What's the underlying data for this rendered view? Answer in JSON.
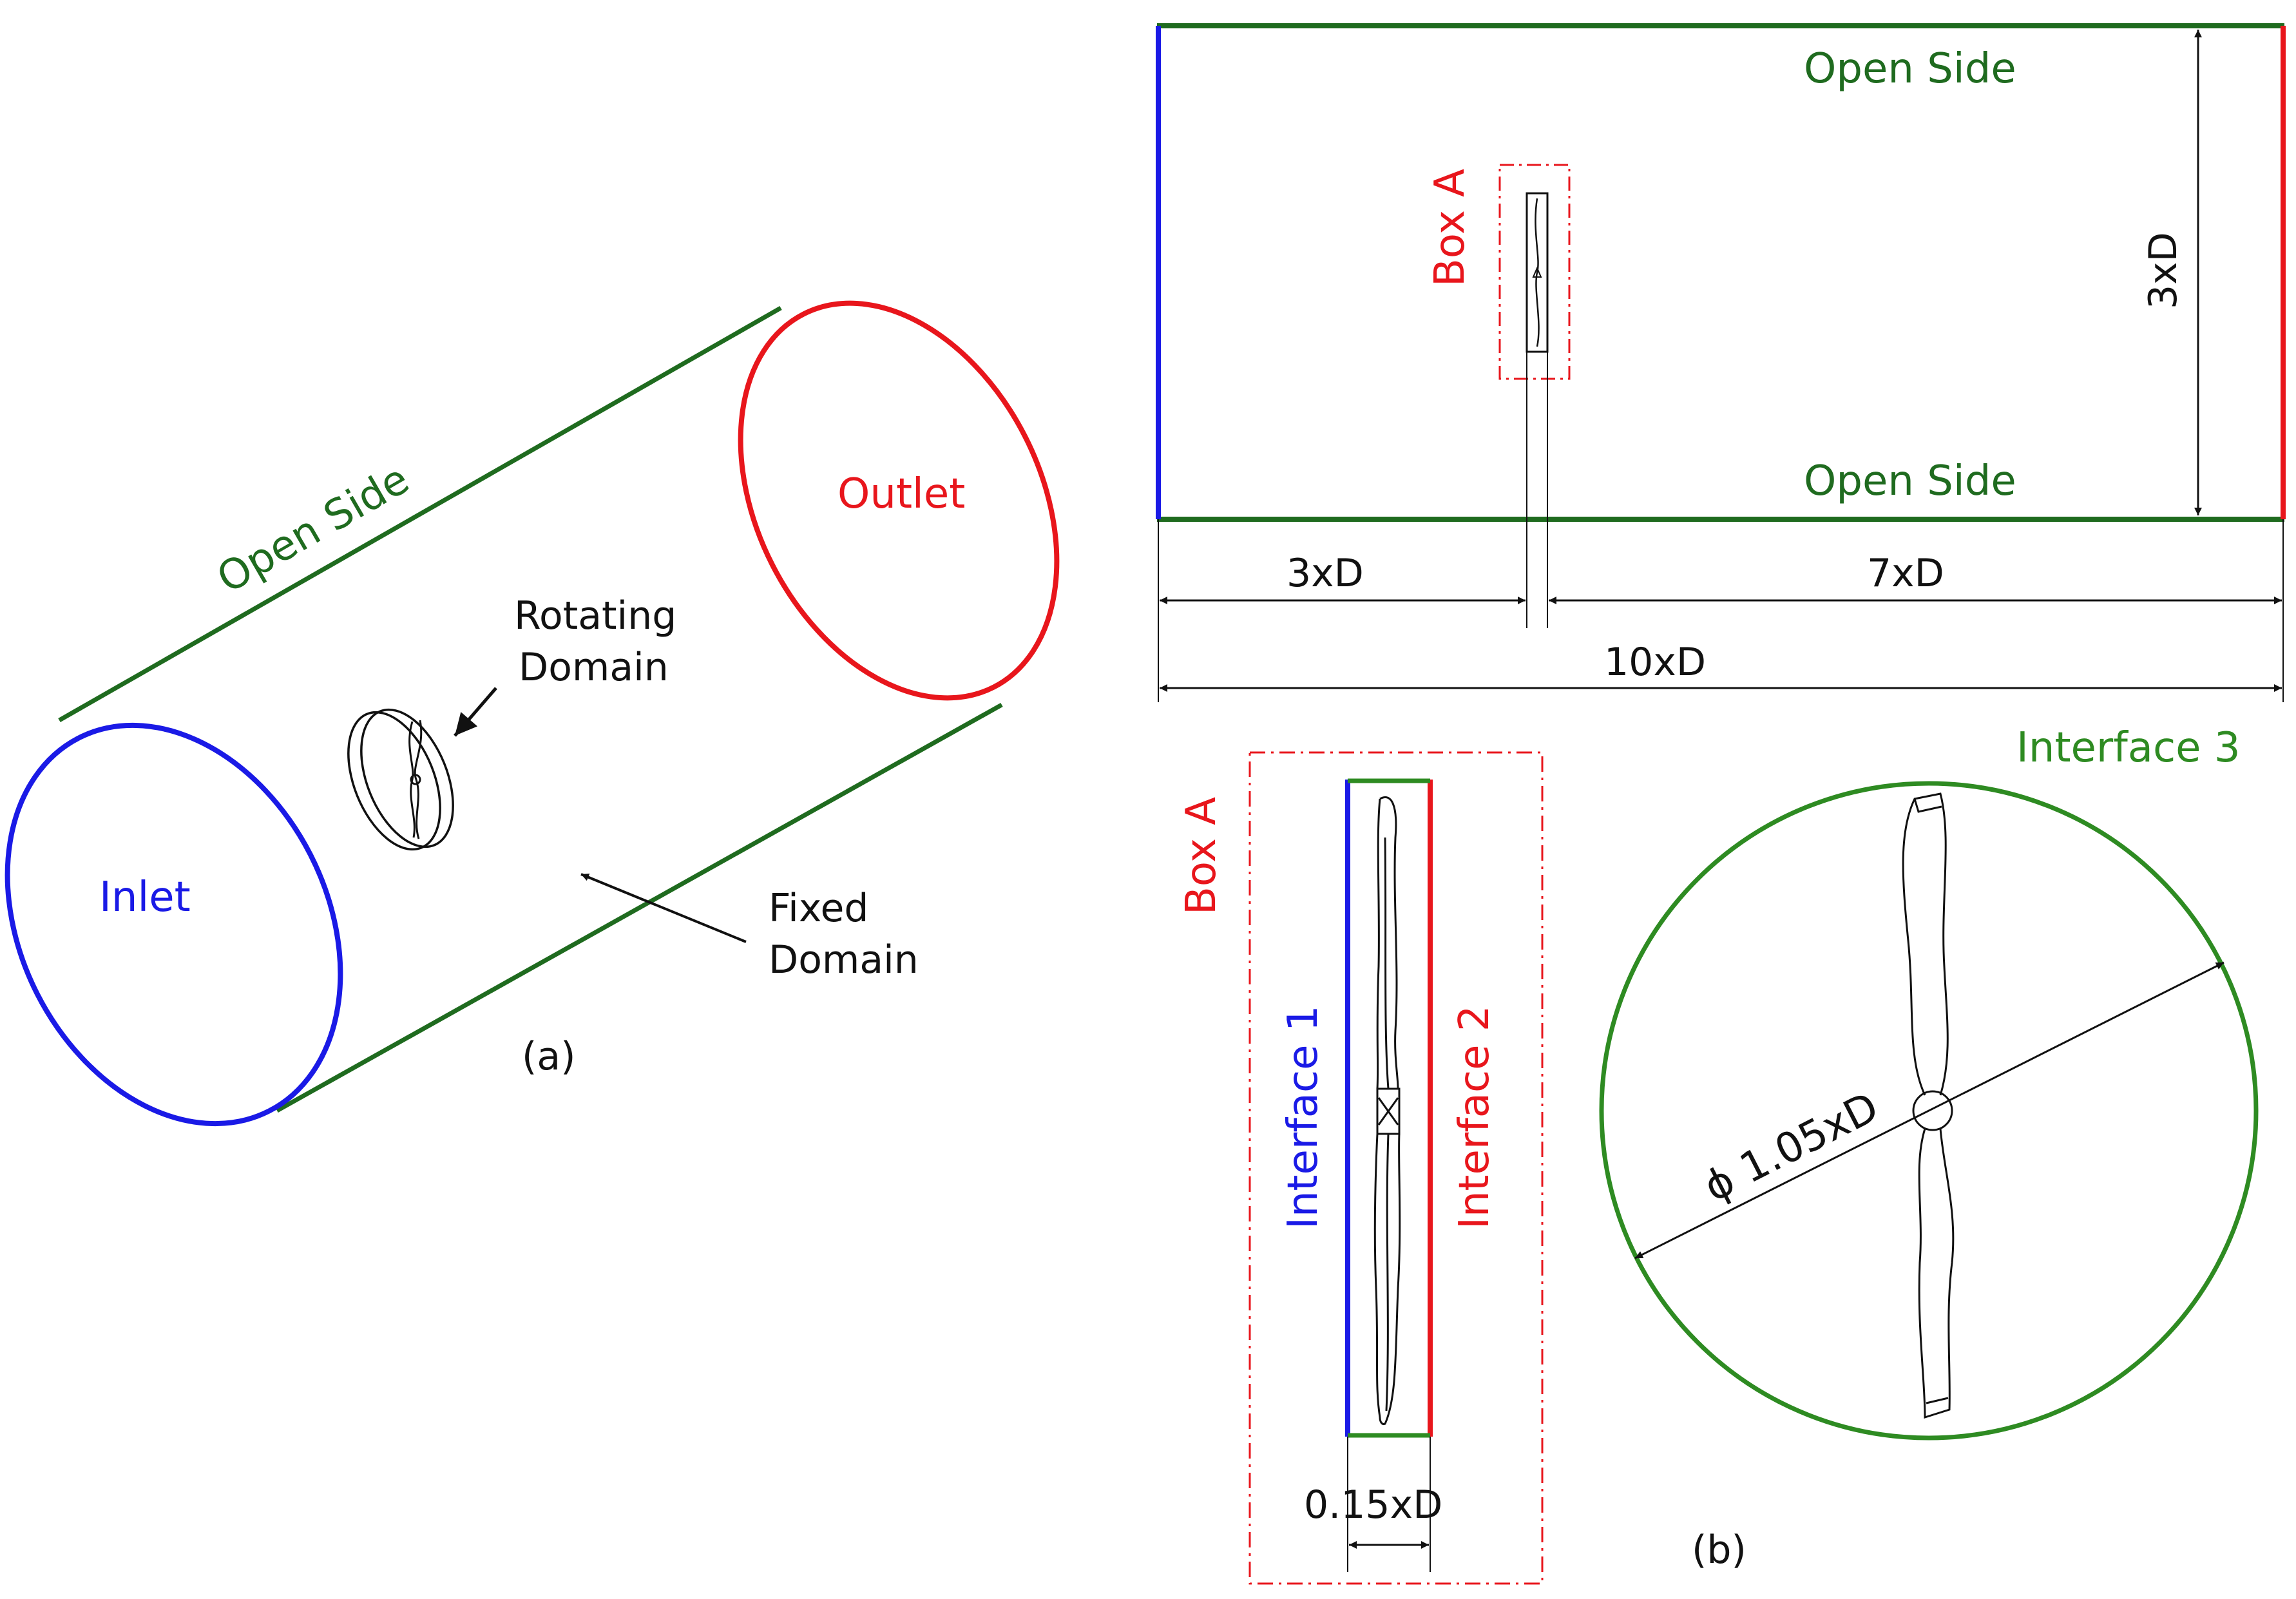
{
  "colors": {
    "green": "#1f6b1f",
    "bright_green": "#2e8b22",
    "red": "#e8161c",
    "blue": "#1a1ae6",
    "black": "#111111"
  },
  "panel_a": {
    "open_side": "Open Side",
    "outlet": "Outlet",
    "inlet": "Inlet",
    "rotating_domain_line1": "Rotating",
    "rotating_domain_line2": "Domain",
    "fixed_domain_line1": "Fixed",
    "fixed_domain_line2": "Domain",
    "caption": "(a)"
  },
  "panel_b": {
    "open_side_top": "Open Side",
    "open_side_bottom": "Open Side",
    "box_a_top": "Box A",
    "height_dim": "3xD",
    "upstream_dim": "3xD",
    "downstream_dim": "7xD",
    "total_dim": "10xD",
    "box_a_detail": "Box A",
    "interface1": "Interface 1",
    "interface2": "Interface 2",
    "interface3": "Interface 3",
    "thickness_dim": "0.15xD",
    "diameter_dim": "ϕ 1.05xD",
    "caption": "(b)"
  }
}
